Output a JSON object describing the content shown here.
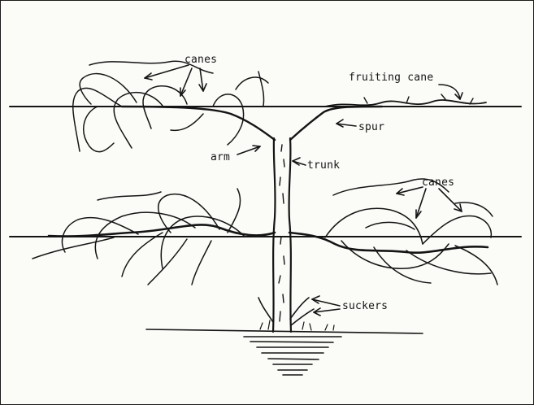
{
  "labels": {
    "canes_top": "canes",
    "fruiting_cane": "fruiting cane",
    "spur": "spur",
    "arm": "arm",
    "trunk": "trunk",
    "canes_lower": "canes",
    "suckers": "suckers"
  },
  "colors": {
    "ink": "#151515",
    "paper": "#fbfbf8",
    "border": "#1a1a1a"
  }
}
